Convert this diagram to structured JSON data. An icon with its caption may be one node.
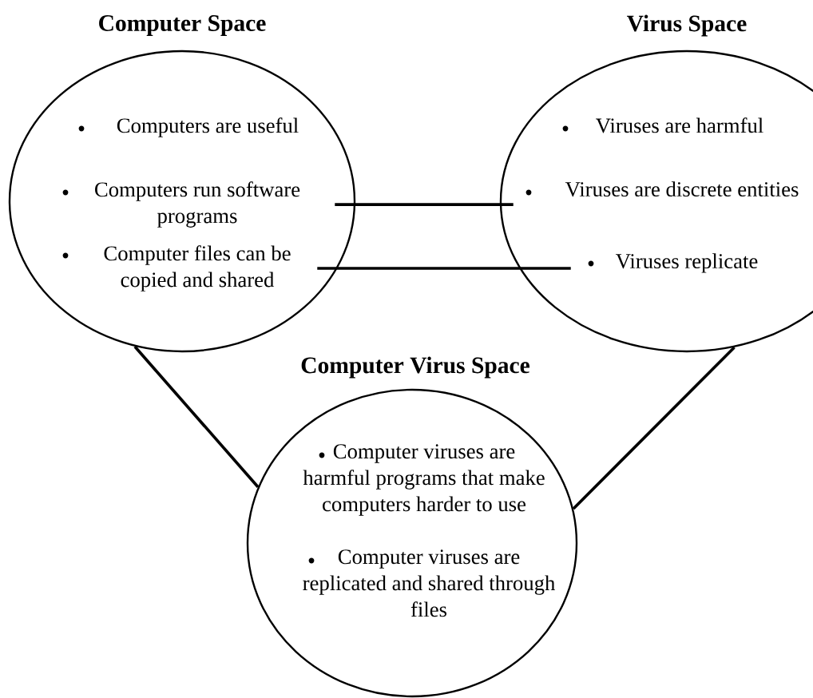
{
  "diagram": {
    "nodes": [
      {
        "text": [
          "Computer Space"
        ]
      },
      {
        "text": [
          "Computers are useful"
        ],
        "in": 0
      },
      {
        "text": [
          "Computers run software programs"
        ],
        "in": 0
      },
      {
        "text": [
          "Computer files can be copied and shared"
        ],
        "in": 0
      },
      {
        "text": [
          "Virus Space"
        ]
      },
      {
        "text": [
          "Viruses are harmful"
        ],
        "in": 4
      },
      {
        "text": [
          "Viruses are discrete entities"
        ],
        "in": 4
      },
      {
        "text": [
          "Viruses replicate"
        ],
        "in": 4
      },
      {
        "text": [
          "Computer Virus Space"
        ]
      },
      {
        "text": [
          "Computer viruses are harmful programs that make computers harder to use"
        ],
        "in": 8
      },
      {
        "text": [
          "Computer viruses are replicated and shared through files"
        ],
        "in": 8
      }
    ],
    "edges": [
      {
        "from": 2,
        "to": 6,
        "arrow": "none"
      },
      {
        "from": 3,
        "to": 7,
        "arrow": "none"
      },
      {
        "from": 0,
        "to": 8,
        "arrow": "none"
      },
      {
        "from": 4,
        "to": 8,
        "arrow": "none"
      }
    ]
  }
}
